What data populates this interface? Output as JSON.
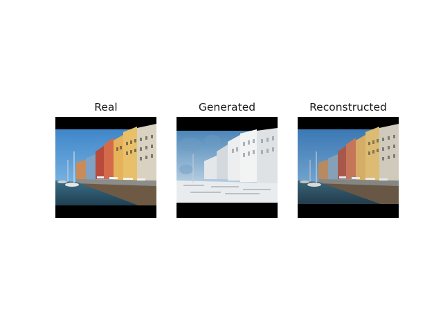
{
  "figure": {
    "panels": [
      {
        "title": "Real",
        "image": "harbor-photo-real"
      },
      {
        "title": "Generated",
        "image": "harbor-photo-generated-washed-out"
      },
      {
        "title": "Reconstructed",
        "image": "harbor-photo-reconstructed"
      }
    ]
  }
}
